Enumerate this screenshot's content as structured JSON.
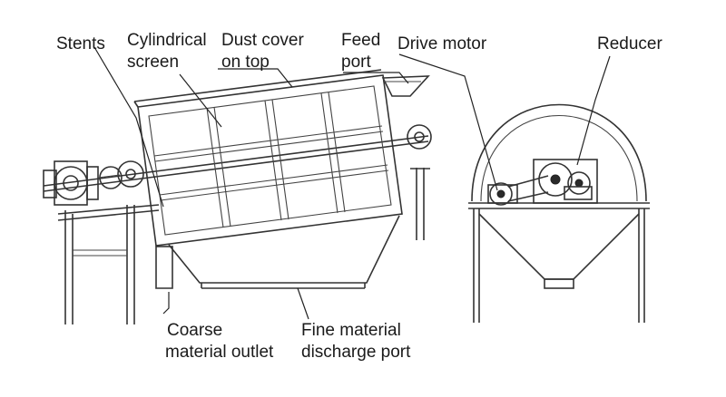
{
  "labels": {
    "stents": "Stents",
    "cylindrical_screen_1": "Cylindrical",
    "cylindrical_screen_2": "screen",
    "dust_cover_1": "Dust cover",
    "dust_cover_2": "on top",
    "feed_port_1": "Feed",
    "feed_port_2": "port",
    "drive_motor": "Drive motor",
    "reducer": "Reducer",
    "coarse_outlet_1": "Coarse",
    "coarse_outlet_2": "material outlet",
    "fine_discharge_1": "Fine material",
    "fine_discharge_2": "discharge port"
  },
  "colors": {
    "line": "#333333",
    "background": "#ffffff",
    "text": "#1a1a1a"
  }
}
